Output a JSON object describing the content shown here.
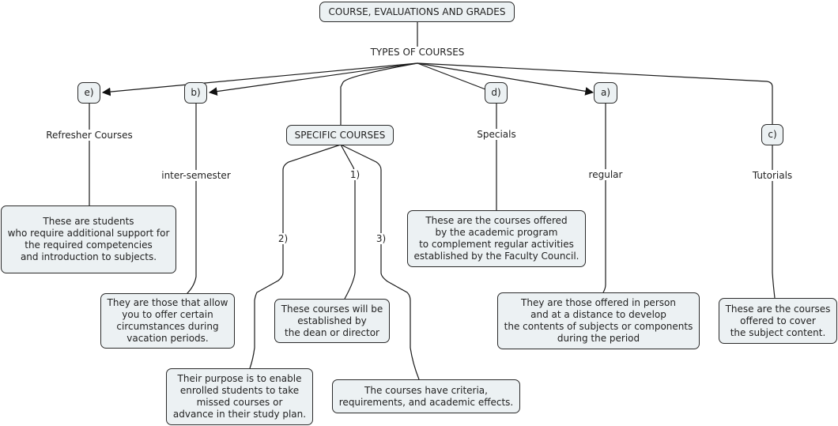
{
  "map": {
    "root": "COURSE, EVALUATIONS AND GRADES",
    "root_link": "TYPES OF COURSES",
    "types": {
      "e": {
        "marker": "e)",
        "link": "Refresher Courses",
        "description": "These are students\nwho require additional support for\nthe required competencies\nand introduction to subjects."
      },
      "b": {
        "marker": "b)",
        "link": "inter-semester",
        "description": "They are those that allow\nyou to offer certain\ncircumstances during\nvacation periods."
      },
      "specific": {
        "title": "SPECIFIC COURSES",
        "branches": [
          {
            "marker": "1)",
            "description": "These courses will be\nestablished by\nthe dean or director"
          },
          {
            "marker": "2)",
            "description": "Their purpose is to enable\nenrolled students to take\nmissed courses or\nadvance in their study plan."
          },
          {
            "marker": "3)",
            "description": "The courses have criteria,\nrequirements, and academic effects."
          }
        ]
      },
      "d": {
        "marker": "d)",
        "link": "Specials",
        "description": "These are the courses offered\nby the academic program\nto complement regular activities\nestablished by the Faculty Council."
      },
      "a": {
        "marker": "a)",
        "link": "regular",
        "description": "They are those offered in person\nand at a distance to develop\nthe contents of subjects or components\nduring the period"
      },
      "c": {
        "marker": "c)",
        "link": "Tutorials",
        "description": "These are the courses\noffered to cover\nthe subject content."
      }
    }
  },
  "colors": {
    "node_fill": "#ecf1f3",
    "border": "#2a2a2a",
    "line": "#1a1a1a"
  }
}
